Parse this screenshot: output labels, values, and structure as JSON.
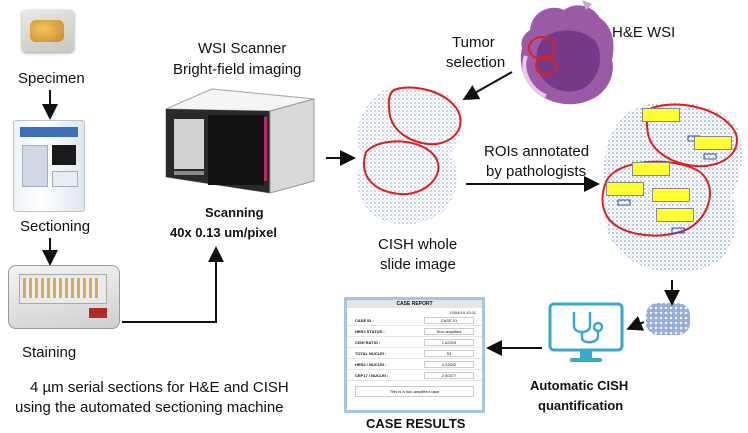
{
  "labels": {
    "specimen": "Specimen",
    "sectioning": "Sectioning",
    "staining": "Staining",
    "sections_line1": "4 µm serial sections for H&E  and  CISH",
    "sections_line2": "using the automated sectioning machine",
    "scanner_line1": "WSI Scanner",
    "scanner_line2": "Bright-field imaging",
    "scanning_line1": "Scanning",
    "scanning_line2": "40x 0.13 um/pixel",
    "tumor_line1": "Tumor",
    "tumor_line2": "selection",
    "he_wsi": "H&E  WSI",
    "cish_line1": "CISH whole",
    "cish_line2": "slide image",
    "rois_line1": "ROIs annotated",
    "rois_line2": "by pathologists",
    "auto_line1": "Automatic CISH",
    "auto_line2": "quantification",
    "case_results": "CASE RESULTS"
  },
  "report": {
    "title": "CASE REPORT",
    "timestamp": "10/04/19-10:11",
    "rows": [
      {
        "key": "CASE ID :",
        "value": "CASE 01"
      },
      {
        "key": "HER2 STATUS :",
        "value": "Non-amplified"
      },
      {
        "key": "CISH RATIO :",
        "value": "1.62319"
      },
      {
        "key": "TOTAL NUCLEI :",
        "value": "53"
      },
      {
        "key": "HER2 / NUCLEI :",
        "value": "4.22642"
      },
      {
        "key": "CEP17 / NUCLEI :",
        "value": "2.60377"
      }
    ],
    "footer": "This is a non-amplified case"
  },
  "colors": {
    "roi_red": "#d9221c",
    "tissue_blue": "#4a6fb5",
    "he_purple": "#8b3a8f",
    "icon_teal": "#3aa9c9",
    "report_border": "#a9c3e4"
  }
}
